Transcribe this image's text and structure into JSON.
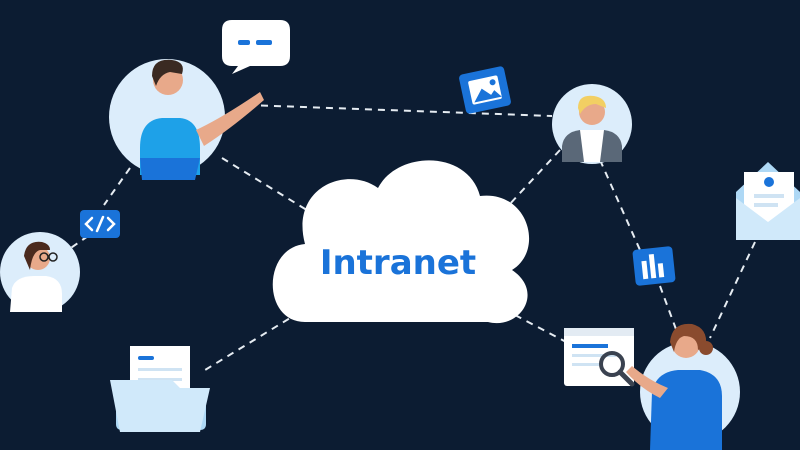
{
  "hub": {
    "label": "Intranet"
  },
  "colors": {
    "background": "#0c1c32",
    "accent": "#1a73d9",
    "cloud": "#ffffff",
    "avatar_bg": "#dcedfb",
    "connector": "#e6ecf2"
  },
  "nodes": [
    {
      "name": "presenter-avatar",
      "icon": "person-presenting-icon"
    },
    {
      "name": "developer-avatar",
      "icon": "person-glasses-icon"
    },
    {
      "name": "colleague-avatar",
      "icon": "person-blonde-icon"
    },
    {
      "name": "researcher-avatar",
      "icon": "person-searching-icon"
    }
  ],
  "floating_icons": [
    "chat-bubble-icon",
    "code-icon",
    "image-icon",
    "bar-chart-icon",
    "mail-icon",
    "folder-icon",
    "document-search-icon"
  ]
}
